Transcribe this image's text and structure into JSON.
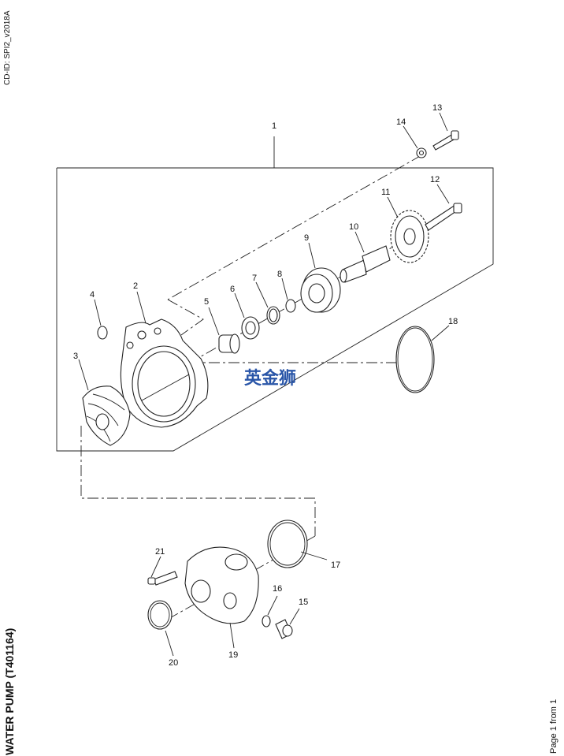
{
  "doc": {
    "cd_id": "CD-ID: SPI2_v2018A",
    "title": "WATER PUMP (T401164)",
    "page_info": "Page 1 from 1",
    "watermark": "英金狮"
  },
  "callouts": [
    "1",
    "2",
    "3",
    "4",
    "5",
    "6",
    "7",
    "8",
    "9",
    "10",
    "11",
    "12",
    "13",
    "14",
    "15",
    "16",
    "17",
    "18",
    "19",
    "20",
    "21"
  ]
}
